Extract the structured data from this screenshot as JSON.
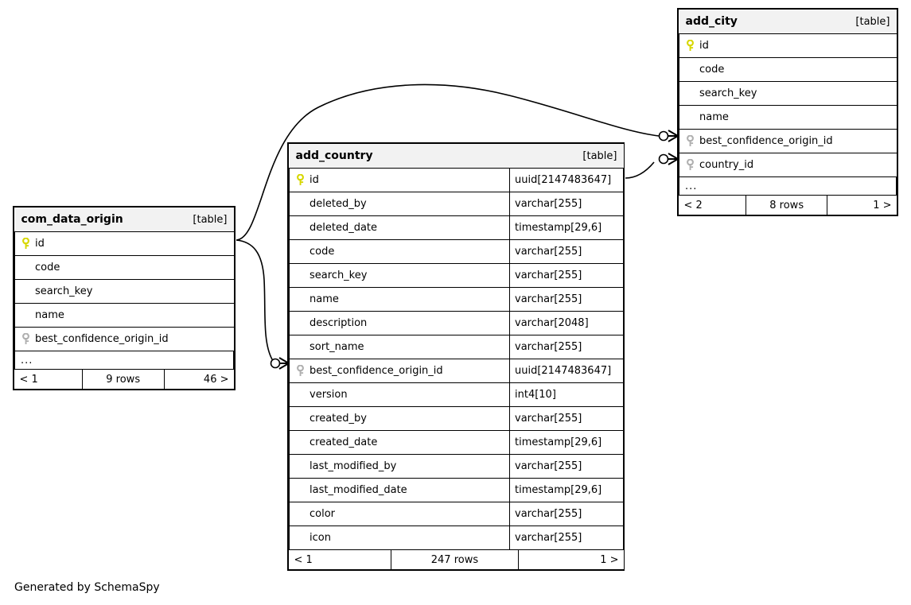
{
  "diagram": {
    "caption": "Generated by SchemaSpy",
    "table_tag": "[table]",
    "ellipsis": "...",
    "colors": {
      "primary_key": "#d7d700",
      "foreign_key": "#b0b0b0",
      "header_background": "#f2f2f2",
      "border": "#000000",
      "page_background": "#ffffff"
    }
  },
  "tables": [
    {
      "id": "com_data_origin",
      "name": "com_data_origin",
      "tag": "[table]",
      "columns": [
        {
          "name": "id",
          "type": "",
          "key": "primary"
        },
        {
          "name": "code",
          "type": "",
          "key": "none"
        },
        {
          "name": "search_key",
          "type": "",
          "key": "none"
        },
        {
          "name": "name",
          "type": "",
          "key": "none"
        },
        {
          "name": "best_confidence_origin_id",
          "type": "",
          "key": "foreign"
        }
      ],
      "has_ellipsis_row": true,
      "footer": {
        "left": "< 1",
        "middle": "9 rows",
        "right": "46 >"
      }
    },
    {
      "id": "add_country",
      "name": "add_country",
      "tag": "[table]",
      "columns": [
        {
          "name": "id",
          "type": "uuid[2147483647]",
          "key": "primary"
        },
        {
          "name": "deleted_by",
          "type": "varchar[255]",
          "key": "none"
        },
        {
          "name": "deleted_date",
          "type": "timestamp[29,6]",
          "key": "none"
        },
        {
          "name": "code",
          "type": "varchar[255]",
          "key": "none"
        },
        {
          "name": "search_key",
          "type": "varchar[255]",
          "key": "none"
        },
        {
          "name": "name",
          "type": "varchar[255]",
          "key": "none"
        },
        {
          "name": "description",
          "type": "varchar[2048]",
          "key": "none"
        },
        {
          "name": "sort_name",
          "type": "varchar[255]",
          "key": "none"
        },
        {
          "name": "best_confidence_origin_id",
          "type": "uuid[2147483647]",
          "key": "foreign"
        },
        {
          "name": "version",
          "type": "int4[10]",
          "key": "none"
        },
        {
          "name": "created_by",
          "type": "varchar[255]",
          "key": "none"
        },
        {
          "name": "created_date",
          "type": "timestamp[29,6]",
          "key": "none"
        },
        {
          "name": "last_modified_by",
          "type": "varchar[255]",
          "key": "none"
        },
        {
          "name": "last_modified_date",
          "type": "timestamp[29,6]",
          "key": "none"
        },
        {
          "name": "color",
          "type": "varchar[255]",
          "key": "none"
        },
        {
          "name": "icon",
          "type": "varchar[255]",
          "key": "none"
        }
      ],
      "has_ellipsis_row": false,
      "footer": {
        "left": "< 1",
        "middle": "247 rows",
        "right": "1 >"
      }
    },
    {
      "id": "add_city",
      "name": "add_city",
      "tag": "[table]",
      "columns": [
        {
          "name": "id",
          "type": "",
          "key": "primary"
        },
        {
          "name": "code",
          "type": "",
          "key": "none"
        },
        {
          "name": "search_key",
          "type": "",
          "key": "none"
        },
        {
          "name": "name",
          "type": "",
          "key": "none"
        },
        {
          "name": "best_confidence_origin_id",
          "type": "",
          "key": "foreign"
        },
        {
          "name": "country_id",
          "type": "",
          "key": "foreign"
        }
      ],
      "has_ellipsis_row": true,
      "footer": {
        "left": "< 2",
        "middle": "8 rows",
        "right": "1 >"
      }
    }
  ],
  "relationships": [
    {
      "from_table": "com_data_origin",
      "from_column": "id",
      "to_table": "add_city",
      "to_column": "best_confidence_origin_id"
    },
    {
      "from_table": "com_data_origin",
      "from_column": "id",
      "to_table": "add_country",
      "to_column": "best_confidence_origin_id"
    },
    {
      "from_table": "add_country",
      "from_column": "id",
      "to_table": "add_city",
      "to_column": "country_id"
    }
  ]
}
